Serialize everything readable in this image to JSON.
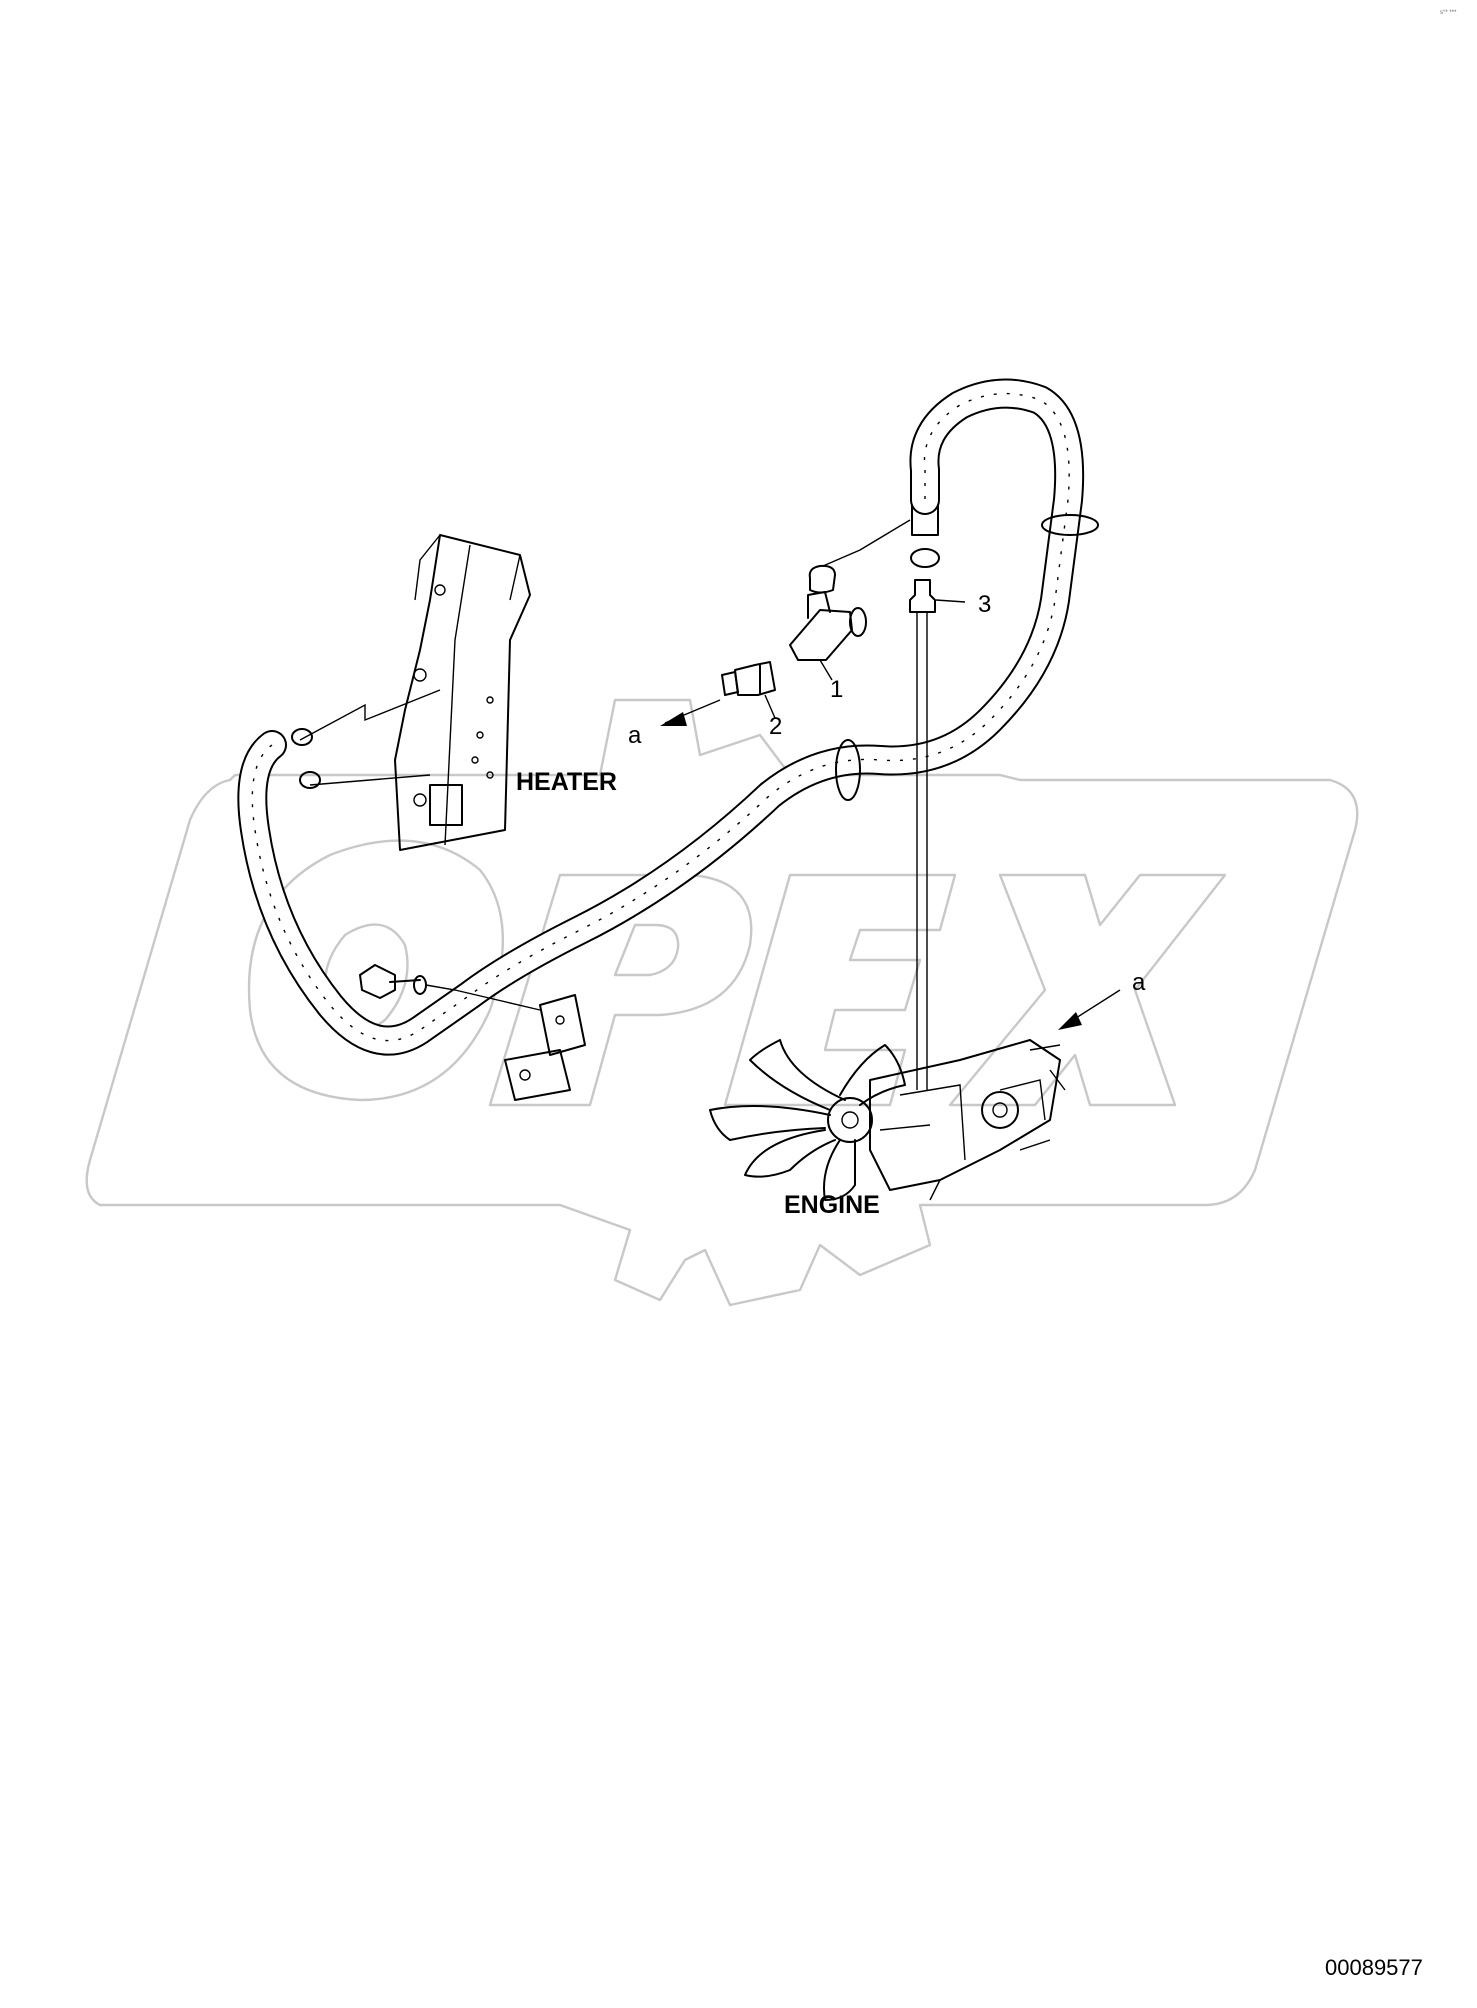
{
  "header": {
    "corner_text": "s°* ***"
  },
  "labels": {
    "heater": "HEATER",
    "engine": "ENGINE",
    "callout_a": "a",
    "part_1": "1",
    "part_2": "2",
    "part_3": "3"
  },
  "watermark": {
    "text": "OPEX"
  },
  "footer": {
    "drawing_number": "00089577"
  }
}
